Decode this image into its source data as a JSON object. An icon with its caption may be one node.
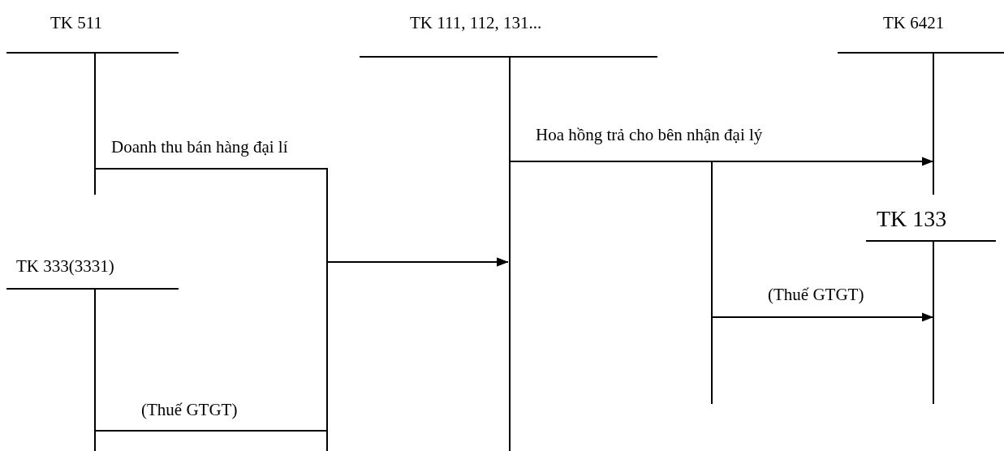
{
  "diagram": {
    "nodes": [
      {
        "text": [
          "TK 511"
        ]
      },
      {
        "text": [
          "TK 111, 112, 131..."
        ]
      },
      {
        "text": [
          "TK 6421"
        ]
      },
      {
        "text": [
          "TK 133"
        ]
      },
      {
        "text": [
          "TK 333(3331)"
        ]
      }
    ],
    "edges": [
      {
        "from": 0,
        "to": 1,
        "arrow": "to",
        "label": "Doanh thu bán hàng đại lí"
      },
      {
        "from": 4,
        "to": 1,
        "arrow": "to",
        "label": "(Thuế GTGT)"
      },
      {
        "from": 1,
        "to": 2,
        "arrow": "to",
        "label": "Hoa hồng trả cho bên nhận đại lý"
      },
      {
        "from": 1,
        "to": 3,
        "arrow": "to",
        "label": "(Thuế GTGT)"
      }
    ]
  }
}
